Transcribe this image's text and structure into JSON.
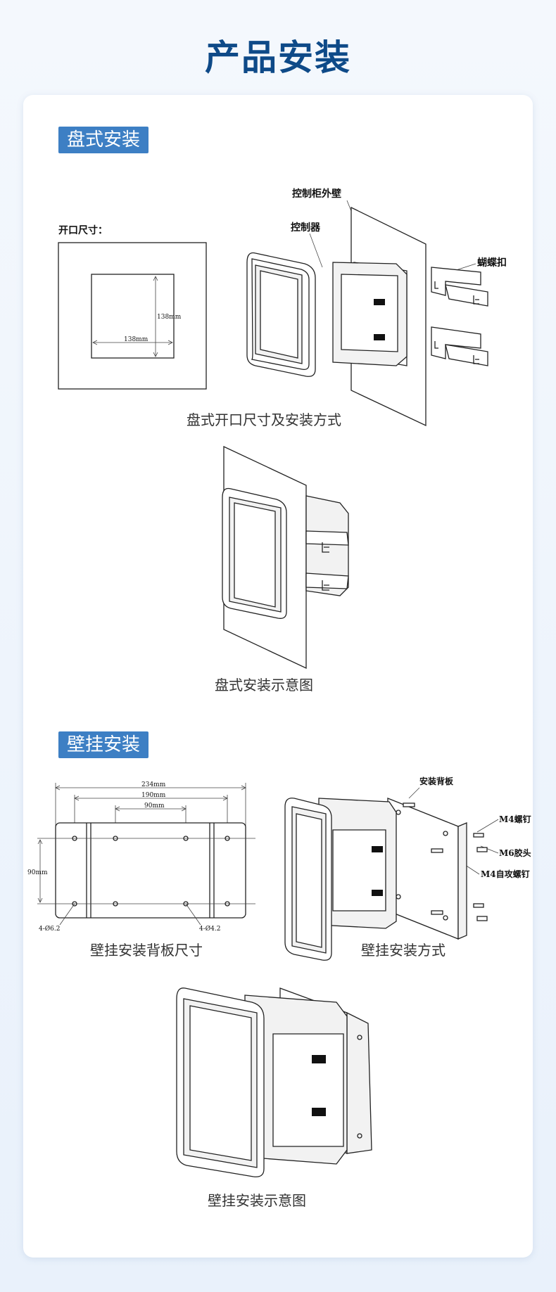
{
  "page": {
    "title": "产品安装"
  },
  "panel_section": {
    "tag": "盘式安装",
    "cutout_label": "开口尺寸：",
    "cutout_width": "138mm",
    "cutout_height": "138mm",
    "label_cabinet_wall": "控制柜外壁",
    "label_controller": "控制器",
    "label_clip": "蝴蝶扣",
    "caption_method": "盘式开口尺寸及安装方式",
    "caption_diagram": "盘式安装示意图"
  },
  "wall_section": {
    "tag": "壁挂安装",
    "dim_234": "234mm",
    "dim_190": "190mm",
    "dim_90h": "90mm",
    "dim_90v": "90mm",
    "hole_left": "4-Ø6.2",
    "hole_right": "4-Ø4.2",
    "label_backplate": "安装背板",
    "label_m4_screw": "M4螺钉",
    "label_m6_plug": "M6胶头",
    "label_m4_self": "M4自攻螺钉",
    "caption_plate": "壁挂安装背板尺寸",
    "caption_method": "壁挂安装方式",
    "caption_diagram": "壁挂安装示意图"
  }
}
